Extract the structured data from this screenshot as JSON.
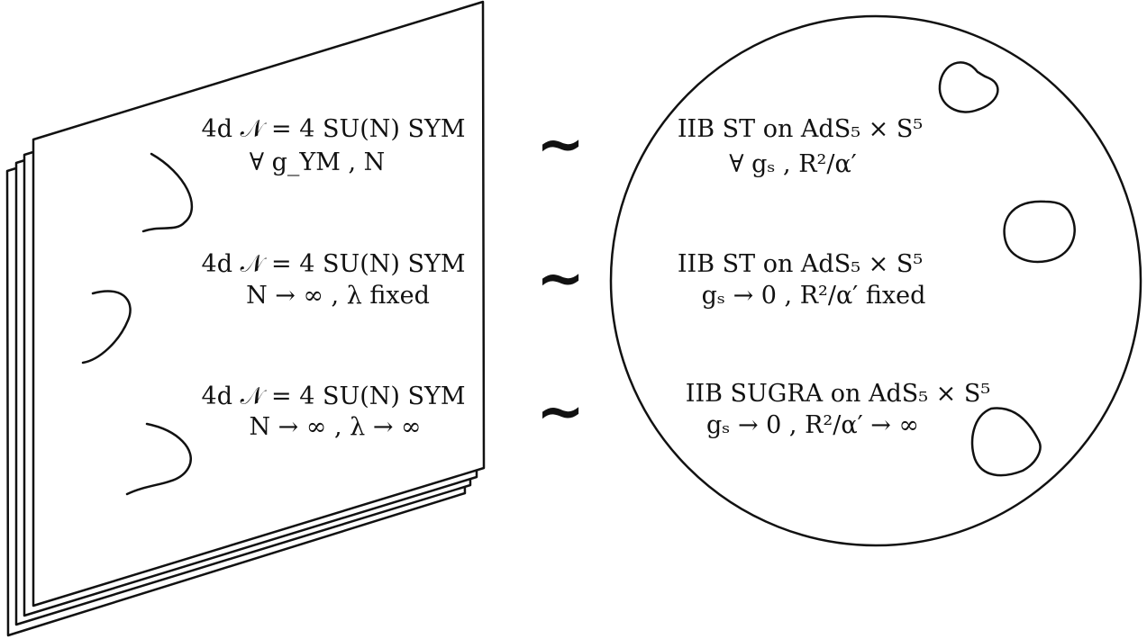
{
  "duality": {
    "gauge_side": {
      "rows": [
        {
          "line1": "4d 𝒩 = 4 SU(N) SYM",
          "line2": "∀ g_YM , N"
        },
        {
          "line1": "4d 𝒩 = 4 SU(N) SYM",
          "line2": "N → ∞ , λ fixed"
        },
        {
          "line1": "4d 𝒩 = 4 SU(N) SYM",
          "line2": "N → ∞ , λ → ∞"
        }
      ]
    },
    "equivalence_symbol": "~",
    "gravity_side": {
      "rows": [
        {
          "line1": "IIB ST on AdS₅ × S⁵",
          "line2": "∀ gₛ , R²/α′"
        },
        {
          "line1": "IIB ST on AdS₅ × S⁵",
          "line2": "gₛ → 0 , R²/α′ fixed"
        },
        {
          "line1": "IIB SUGRA on AdS₅ × S⁵",
          "line2": "gₛ → 0 , R²/α′ → ∞"
        }
      ]
    }
  }
}
